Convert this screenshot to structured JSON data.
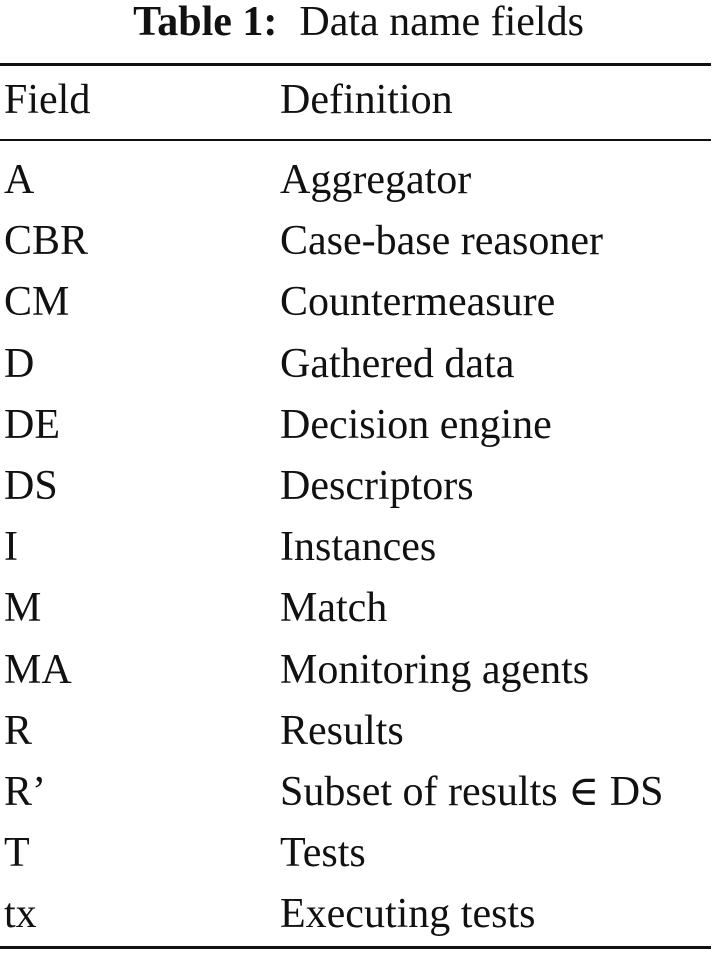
{
  "caption": {
    "label": "Table 1:",
    "title": "Data name fields"
  },
  "table": {
    "headers": {
      "field": "Field",
      "definition": "Definition"
    },
    "rows": [
      {
        "field": "A",
        "definition": "Aggregator"
      },
      {
        "field": "CBR",
        "definition": "Case-base reasoner"
      },
      {
        "field": "CM",
        "definition": "Countermeasure"
      },
      {
        "field": "D",
        "definition": "Gathered data"
      },
      {
        "field": "DE",
        "definition": "Decision engine"
      },
      {
        "field": "DS",
        "definition": "Descriptors"
      },
      {
        "field": "I",
        "definition": "Instances"
      },
      {
        "field": "M",
        "definition": "Match"
      },
      {
        "field": "MA",
        "definition": "Monitoring agents"
      },
      {
        "field": "R",
        "definition": "Results"
      },
      {
        "field": "R’",
        "definition": "Subset of results ∈ DS"
      },
      {
        "field": "T",
        "definition": "Tests"
      },
      {
        "field": "tx",
        "definition": "Executing tests"
      }
    ]
  }
}
